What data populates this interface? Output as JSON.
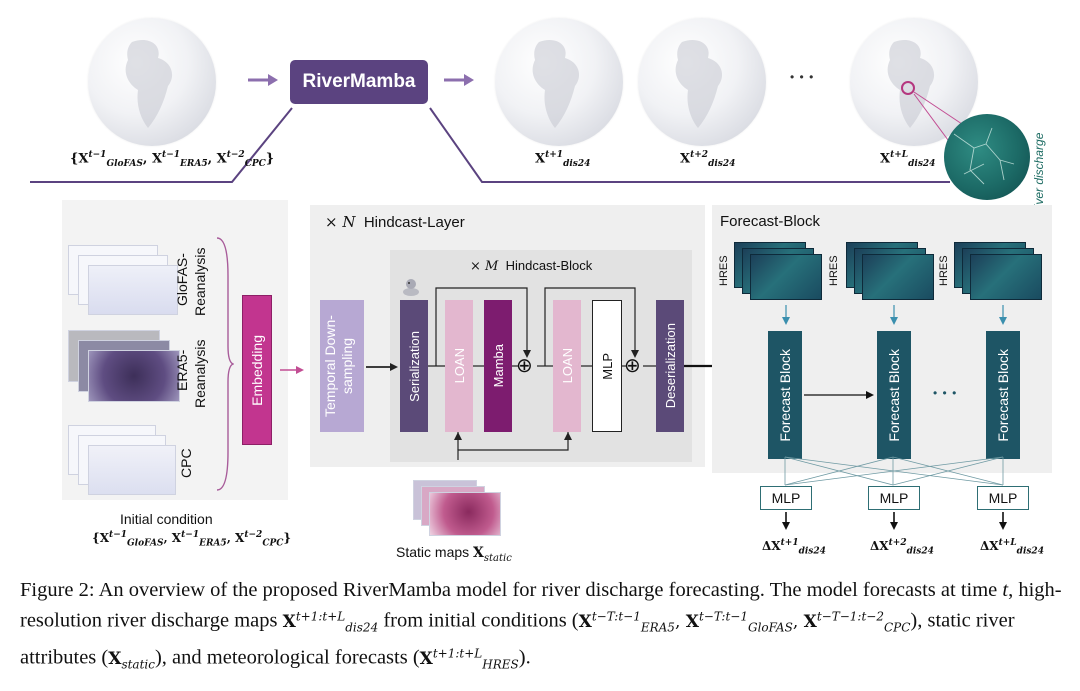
{
  "top": {
    "rivermamba_label": "RiverMamba",
    "inputs_label": {
      "brace_open": "{",
      "x1_sup": "t−1",
      "x1_sub": "GloFAS",
      "x2_sup": "t−1",
      "x2_sub": "ERA5",
      "x3_sup": "t−2",
      "x3_sub": "CPC",
      "brace_close": "}"
    },
    "outputs": [
      {
        "sup": "t+1",
        "sub": "dis24"
      },
      {
        "sup": "t+2",
        "sub": "dis24"
      },
      {
        "sup": "t+L",
        "sub": "dis24"
      }
    ],
    "ellipsis": "• • •",
    "river_discharge_label": "River discharge"
  },
  "left": {
    "glofas_label": [
      "GloFAS-",
      "Reanalysis"
    ],
    "era5_label": [
      "ERA5-",
      "Reanalysis"
    ],
    "cpc_label": "CPC",
    "embedding_label": "Embedding",
    "initial_condition_label": "Initial condition",
    "initial_condition_math": {
      "x1_sup": "t−1",
      "x1_sub": "GloFAS",
      "x2_sup": "t−1",
      "x2_sub": "ERA5",
      "x3_sup": "t−2",
      "x3_sub": "CPC"
    }
  },
  "hindcast": {
    "layer_title_prefix": "× N",
    "layer_title": "Hindcast-Layer",
    "block_title_prefix": "× M",
    "block_title": "Hindcast-Block",
    "temporal_label": "Temporal Down-sampling",
    "serialization_label": "Serialization",
    "loan1_label": "LOAN",
    "mamba_label": "Mamba",
    "loan2_label": "LOAN",
    "mlp_label": "MLP",
    "deserialization_label": "Deserialization",
    "plus_symbol": "⊕",
    "static_maps_label": "Static maps",
    "static_maps_sub": "static"
  },
  "forecast": {
    "title": "Forecast-Block",
    "hres_label": "HRES",
    "block_label": "Forecast Block",
    "mlp_label": "MLP",
    "ellipsis": "• • •",
    "outputs": [
      {
        "sup": "t+1",
        "sub": "dis24"
      },
      {
        "sup": "t+2",
        "sub": "dis24"
      },
      {
        "sup": "t+L",
        "sub": "dis24"
      }
    ]
  },
  "caption": {
    "part1": "Figure 2: An overview of the proposed RiverMamba model for river discharge forecasting. The model forecasts at time ",
    "t": "t",
    "part2": ", high-resolution river discharge maps ",
    "part3": " from initial conditions (",
    "part4": "), static river attributes (",
    "part5": "), and meteorological forecasts (",
    "part6": ")."
  },
  "colors": {
    "rivermamba": "#5b4380",
    "serialization": "#5b4a78",
    "temporal": "#b7a8d3",
    "loan": "#e3b7cf",
    "mamba": "#7d1c6f",
    "embedding": "#c2358f",
    "forecast_block": "#1e5565",
    "arrow_purple": "#8c6fae"
  }
}
